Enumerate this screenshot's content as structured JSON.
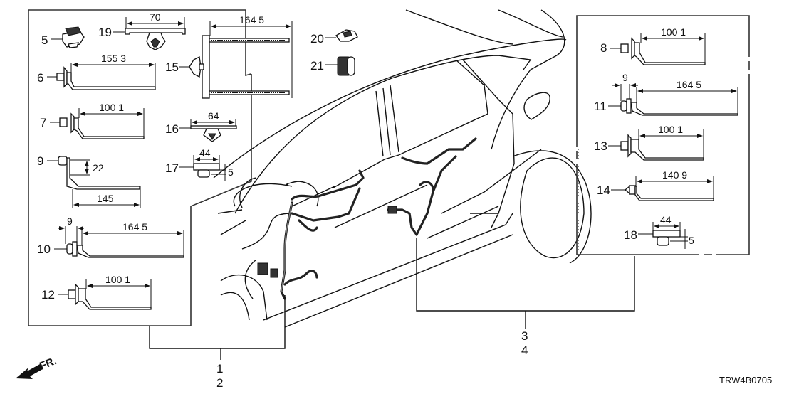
{
  "diagram": {
    "code": "TRW4B0705",
    "direction_label": "FR.",
    "callouts": {
      "p1": "1",
      "p2": "2",
      "p3": "3",
      "p4": "4",
      "p5": "5",
      "p6": "6",
      "p7": "7",
      "p8": "8",
      "p9": "9",
      "p10": "10",
      "p11": "11",
      "p12": "12",
      "p13": "13",
      "p14": "14",
      "p15": "15",
      "p16": "16",
      "p17": "17",
      "p18": "18",
      "p19": "19",
      "p20": "20",
      "p21": "21"
    },
    "dimensions": {
      "p19_len": "70",
      "p15_len": "164 5",
      "p6_len": "155 3",
      "p7_len": "100 1",
      "p16_len": "64",
      "p17_len": "44",
      "p17_h": "5",
      "p9_h": "22",
      "p9_len": "145",
      "p10_off": "9",
      "p10_len": "164 5",
      "p12_len": "100 1",
      "p8_len": "100 1",
      "p11_off": "9",
      "p11_len": "164 5",
      "p13_len": "100 1",
      "p14_len": "140 9",
      "p18_len": "44",
      "p18_h": "5"
    }
  }
}
